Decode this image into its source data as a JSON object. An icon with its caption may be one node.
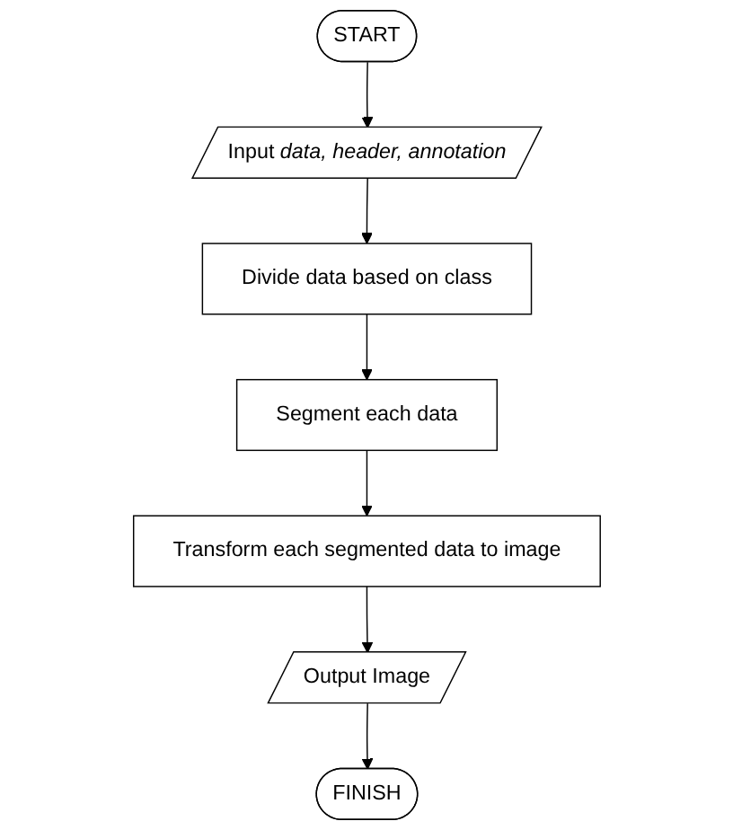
{
  "diagram": {
    "nodes": [
      {
        "text": [
          "START"
        ]
      },
      {
        "text": [
          "Input *data, header, annotation*"
        ]
      },
      {
        "text": [
          "Divide data based on class"
        ]
      },
      {
        "text": [
          "Segment each data"
        ]
      },
      {
        "text": [
          "Transform each segmented data to image"
        ]
      },
      {
        "text": [
          "Output Image"
        ]
      },
      {
        "text": [
          "FINISH"
        ]
      }
    ],
    "edges": [
      {
        "from": 0,
        "to": 1,
        "arrow": "to"
      },
      {
        "from": 1,
        "to": 2,
        "arrow": "to"
      },
      {
        "from": 2,
        "to": 3,
        "arrow": "to"
      },
      {
        "from": 3,
        "to": 4,
        "arrow": "to"
      },
      {
        "from": 4,
        "to": 5,
        "arrow": "to"
      },
      {
        "from": 5,
        "to": 6,
        "arrow": "to"
      }
    ]
  }
}
